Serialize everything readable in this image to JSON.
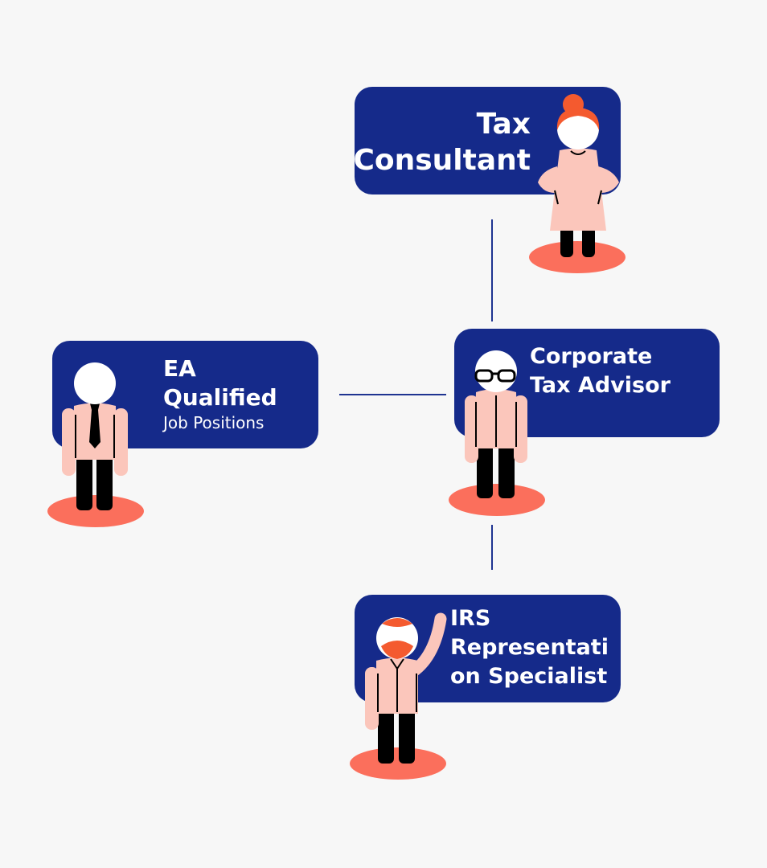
{
  "nodes": {
    "tax_consultant": {
      "label": "Tax\nConsultant"
    },
    "corporate_tax_advisor": {
      "label": "Corporate\nTax Advisor"
    },
    "ea_qualified": {
      "label": "EA\nQualified",
      "sublabel": "Job Positions"
    },
    "irs_specialist": {
      "label": "IRS\nRepresentati\non Specialist"
    }
  },
  "colors": {
    "card": "#152a8a",
    "card_text": "#ffffff",
    "connector": "#1f3491",
    "shadow": "#fb6f5c",
    "skin": "#fbc6bb",
    "hair": "#f45a2f",
    "pants": "#000000",
    "background": "#f7f7f7"
  },
  "icons": [
    "woman-person-icon",
    "man-glasses-person-icon",
    "man-tie-person-icon",
    "man-waving-person-icon"
  ]
}
